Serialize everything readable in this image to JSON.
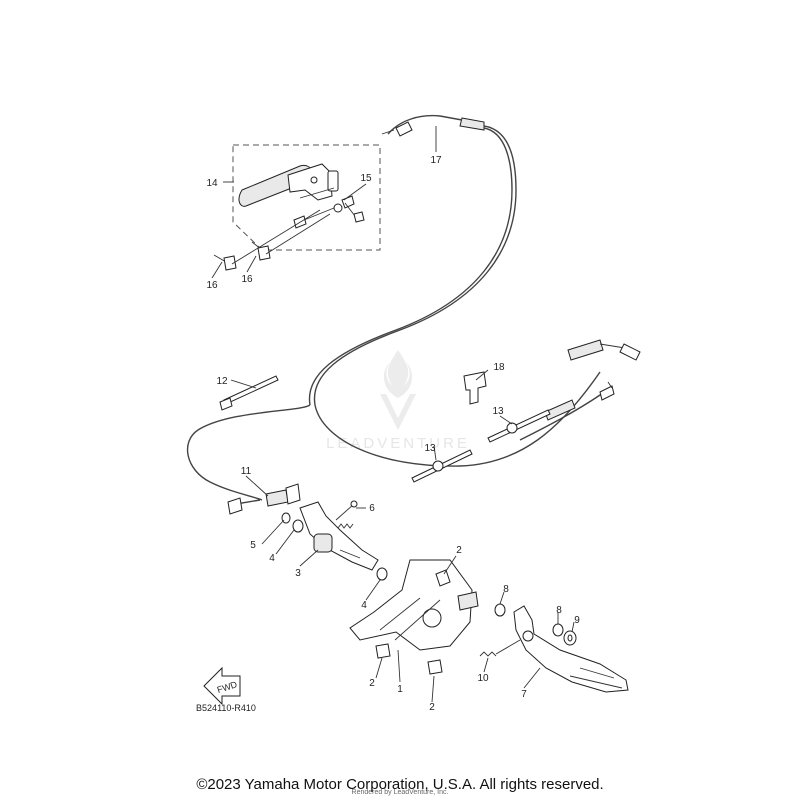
{
  "diagram": {
    "code": "B524110-R410",
    "fwd_label": "FWD",
    "watermark": "LEADVENTURE",
    "part_labels": {
      "p1": "1",
      "p2a": "2",
      "p2b": "2",
      "p2c": "2",
      "p3": "3",
      "p4a": "4",
      "p4b": "4",
      "p5": "5",
      "p6": "6",
      "p7": "7",
      "p8a": "8",
      "p8b": "8",
      "p9": "9",
      "p10": "10",
      "p11": "11",
      "p12": "12",
      "p13a": "13",
      "p13b": "13",
      "p14": "14",
      "p15": "15",
      "p16a": "16",
      "p16b": "16",
      "p17": "17",
      "p18": "18"
    }
  },
  "footer": {
    "copyright": "©2023 Yamaha Motor Corporation, U.S.A. All rights reserved.",
    "rendered_by": "Rendered by LeadVenture, Inc."
  }
}
